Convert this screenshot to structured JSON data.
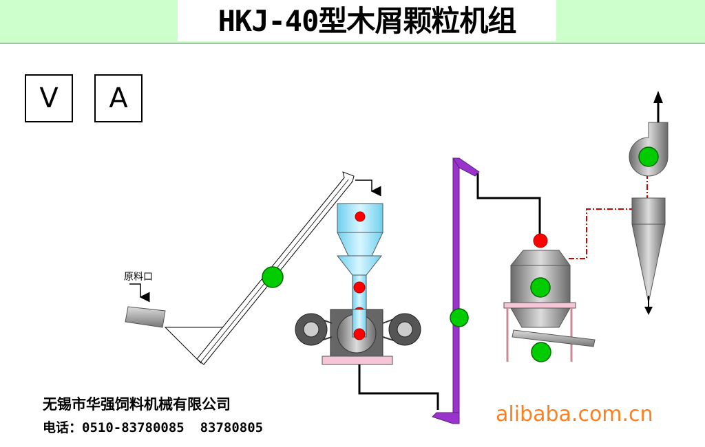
{
  "title": "HKJ-40型木屑颗粒机组",
  "meters": {
    "voltage": "V",
    "current": "A"
  },
  "raw_material_label": "原料口",
  "company_name": "无锡市华强饲料机械有限公司",
  "phone_line": "电话：0510-83780085  83780805",
  "watermark": "alibaba.com.cn",
  "colors": {
    "title_bar": "#ccffcc",
    "elevator": "#9933cc",
    "motor": "#00cc00",
    "indicator": "#ff0000",
    "hopper": "#9fe6f7",
    "base": "#f4c6d8",
    "duct": "#cc0000",
    "watermark": "#ff7f1f"
  }
}
